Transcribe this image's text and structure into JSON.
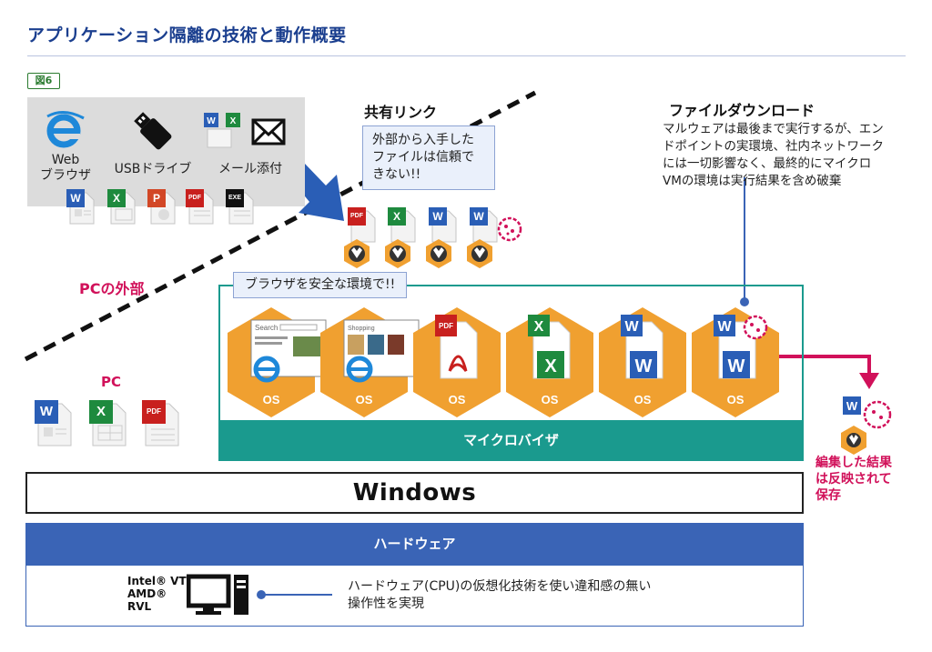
{
  "title": "アプリケーション隔離の技術と動作概要",
  "figure_label": "図6",
  "sources": {
    "browser_label_line1": "Web",
    "browser_label_line2": "ブラウザ",
    "usb_label": "USBドライブ",
    "mail_label": "メール添付"
  },
  "badges": {
    "word": "W",
    "excel": "X",
    "powerpoint": "P",
    "pdf": "PDF",
    "exe": "EXE"
  },
  "shared_link": {
    "heading": "共有リンク",
    "note_line1": "外部から入手した",
    "note_line2": "ファイルは信頼で",
    "note_line3": "きない!!"
  },
  "download": {
    "heading": "ファイルダウンロード",
    "line1": "マルウェアは最後まで実行するが、エン",
    "line2": "ドポイントの実環境、社内ネットワーク",
    "line3": "には一切影響なく、最終的にマイクロ",
    "line4": "VMの環境は実行結果を含め破棄"
  },
  "pc_outside_label": "PCの外部",
  "pc_label": "PC",
  "browser_safe_note": "ブラウザを安全な環境で!!",
  "screenshots": {
    "search_text": "Search",
    "shopping_text": "Shopping"
  },
  "os_label": "OS",
  "hypervisor_label": "マイクロバイザ",
  "windows_label": "Windows",
  "hardware_label": "ハードウェア",
  "cpu": {
    "intel": "Intel® VT",
    "amd": "AMD®",
    "rvl": "RVL"
  },
  "hw_desc_line1": "ハードウェア(CPU)の仮想化技術を使い違和感の無い",
  "hw_desc_line2": "操作性を実現",
  "result_line1": "編集した結果",
  "result_line2": "は反映されて",
  "result_line3": "保存",
  "colors": {
    "title_blue": "#1b3f8f",
    "teal": "#1a9a8e",
    "hardware_blue": "#3a64b6",
    "hex_orange": "#f0a030",
    "accent_red": "#d1115a",
    "word_blue": "#2a5eb6",
    "excel_green": "#1e8a3e",
    "pdf_red": "#c8201e",
    "ppt_red": "#d24726"
  }
}
